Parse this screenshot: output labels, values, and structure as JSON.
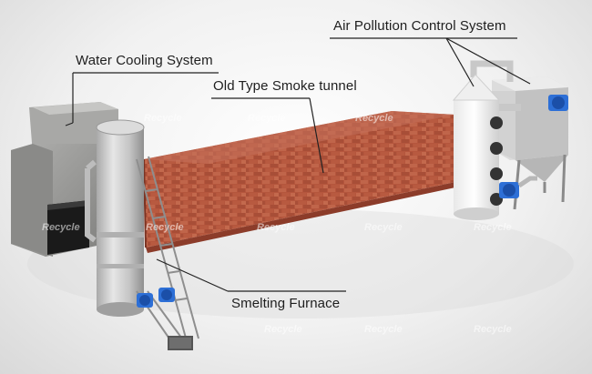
{
  "labels": {
    "water_cooling": "Water Cooling System",
    "smoke_tunnel": "Old Type Smoke tunnel",
    "air_pollution": "Air Pollution Control System",
    "smelting_furnace": "Smelting Furnace"
  },
  "watermark": "Recycle",
  "colors": {
    "brick": "#b5563d",
    "mortar": "#8c3c2a",
    "concrete": "#9a9a98",
    "steel": "#c9c9c9",
    "tower": "#f4f4f4",
    "fan_blue": "#2d6fd6",
    "label_line": "#222222"
  }
}
